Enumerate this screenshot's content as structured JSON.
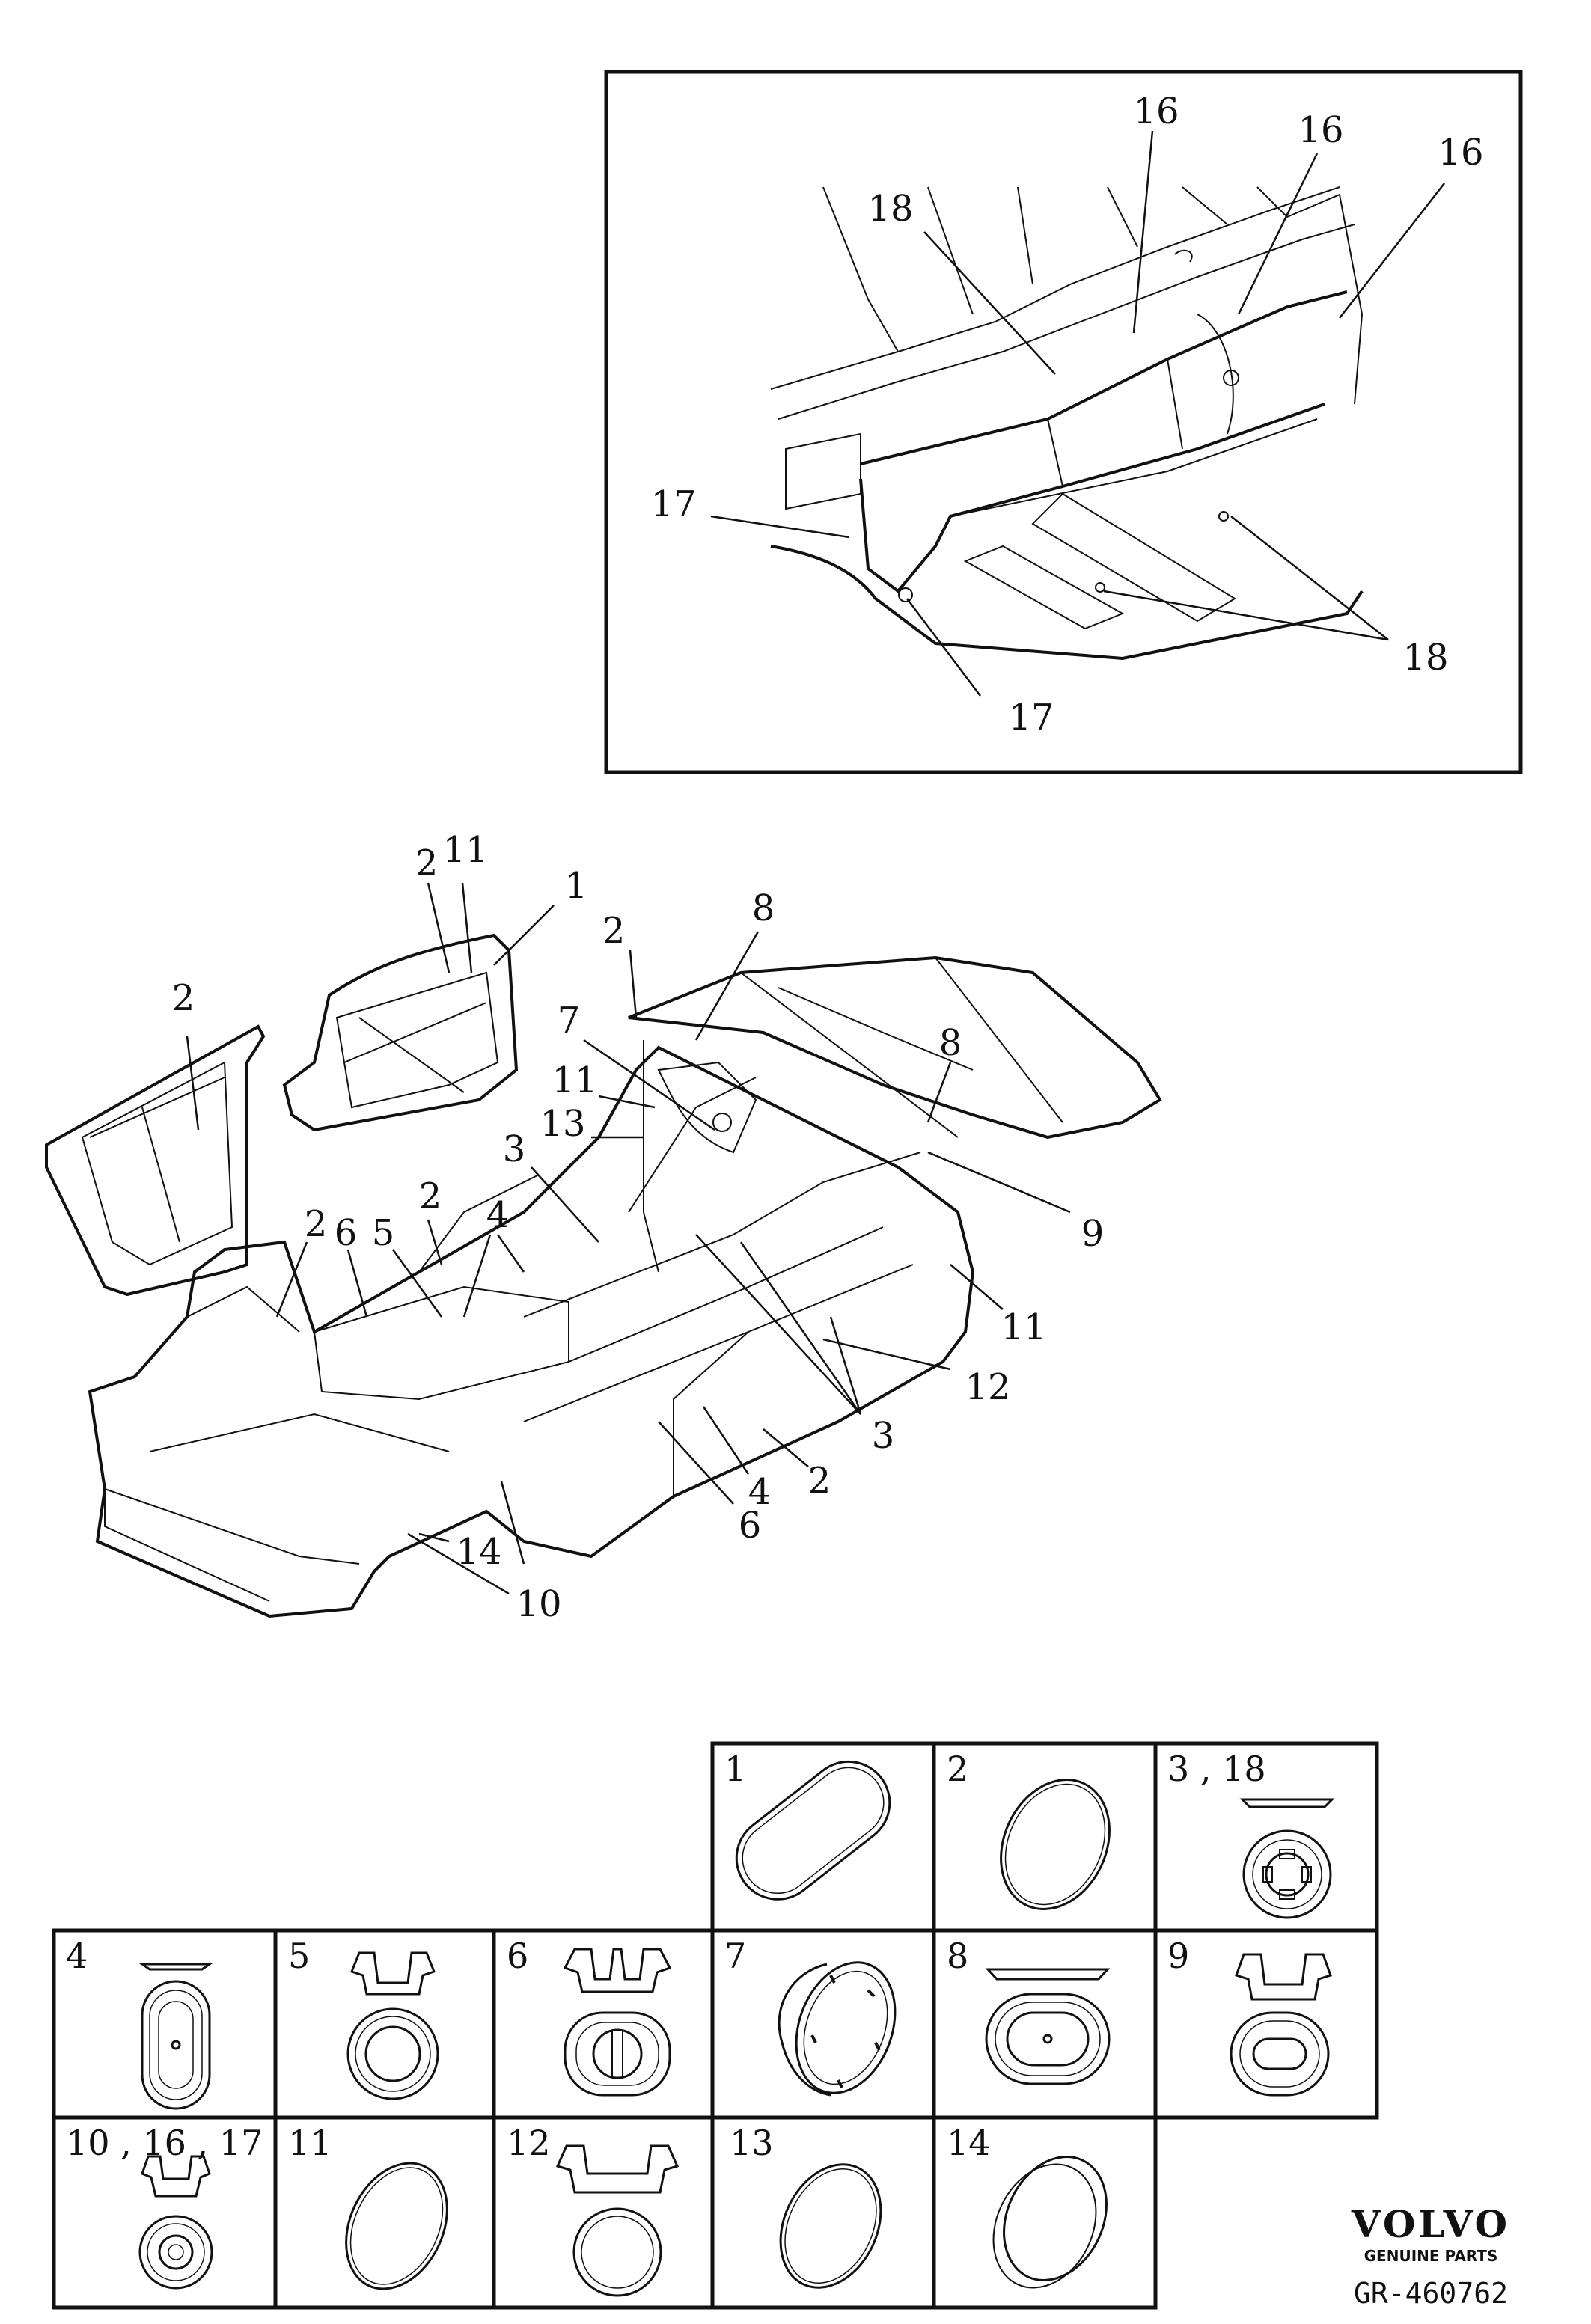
{
  "inset": {
    "callouts": [
      "16",
      "16",
      "16",
      "18",
      "17",
      "17",
      "18"
    ]
  },
  "main": {
    "callouts": [
      "2",
      "11",
      "1",
      "2",
      "8",
      "2",
      "7",
      "11",
      "13",
      "3",
      "8",
      "2",
      "2",
      "4",
      "6",
      "5",
      "9",
      "11",
      "12",
      "3",
      "2",
      "4",
      "6",
      "14",
      "10"
    ]
  },
  "legend": {
    "cells": [
      {
        "label": "1",
        "icon": "oval-seal-icon"
      },
      {
        "label": "2",
        "icon": "round-plug-icon"
      },
      {
        "label": "3 , 18",
        "icon": "grommet-icon"
      },
      {
        "label": "4",
        "icon": "oblong-plug-icon"
      },
      {
        "label": "5",
        "icon": "clip-grommet-icon"
      },
      {
        "label": "6",
        "icon": "double-clip-grommet-icon"
      },
      {
        "label": "7",
        "icon": "cup-plug-icon"
      },
      {
        "label": "8",
        "icon": "oval-grommet-icon"
      },
      {
        "label": "9",
        "icon": "clip-oval-grommet-icon"
      },
      {
        "label": "10 , 16 , 17",
        "icon": "small-clip-grommet-icon"
      },
      {
        "label": "11",
        "icon": "round-plug-icon"
      },
      {
        "label": "12",
        "icon": "wide-clip-grommet-icon"
      },
      {
        "label": "13",
        "icon": "round-plug-icon"
      },
      {
        "label": "14",
        "icon": "thick-disc-plug-icon"
      }
    ]
  },
  "brand": {
    "name": "VOLVO",
    "subtitle": "GENUINE PARTS",
    "reference": "GR-460762"
  }
}
